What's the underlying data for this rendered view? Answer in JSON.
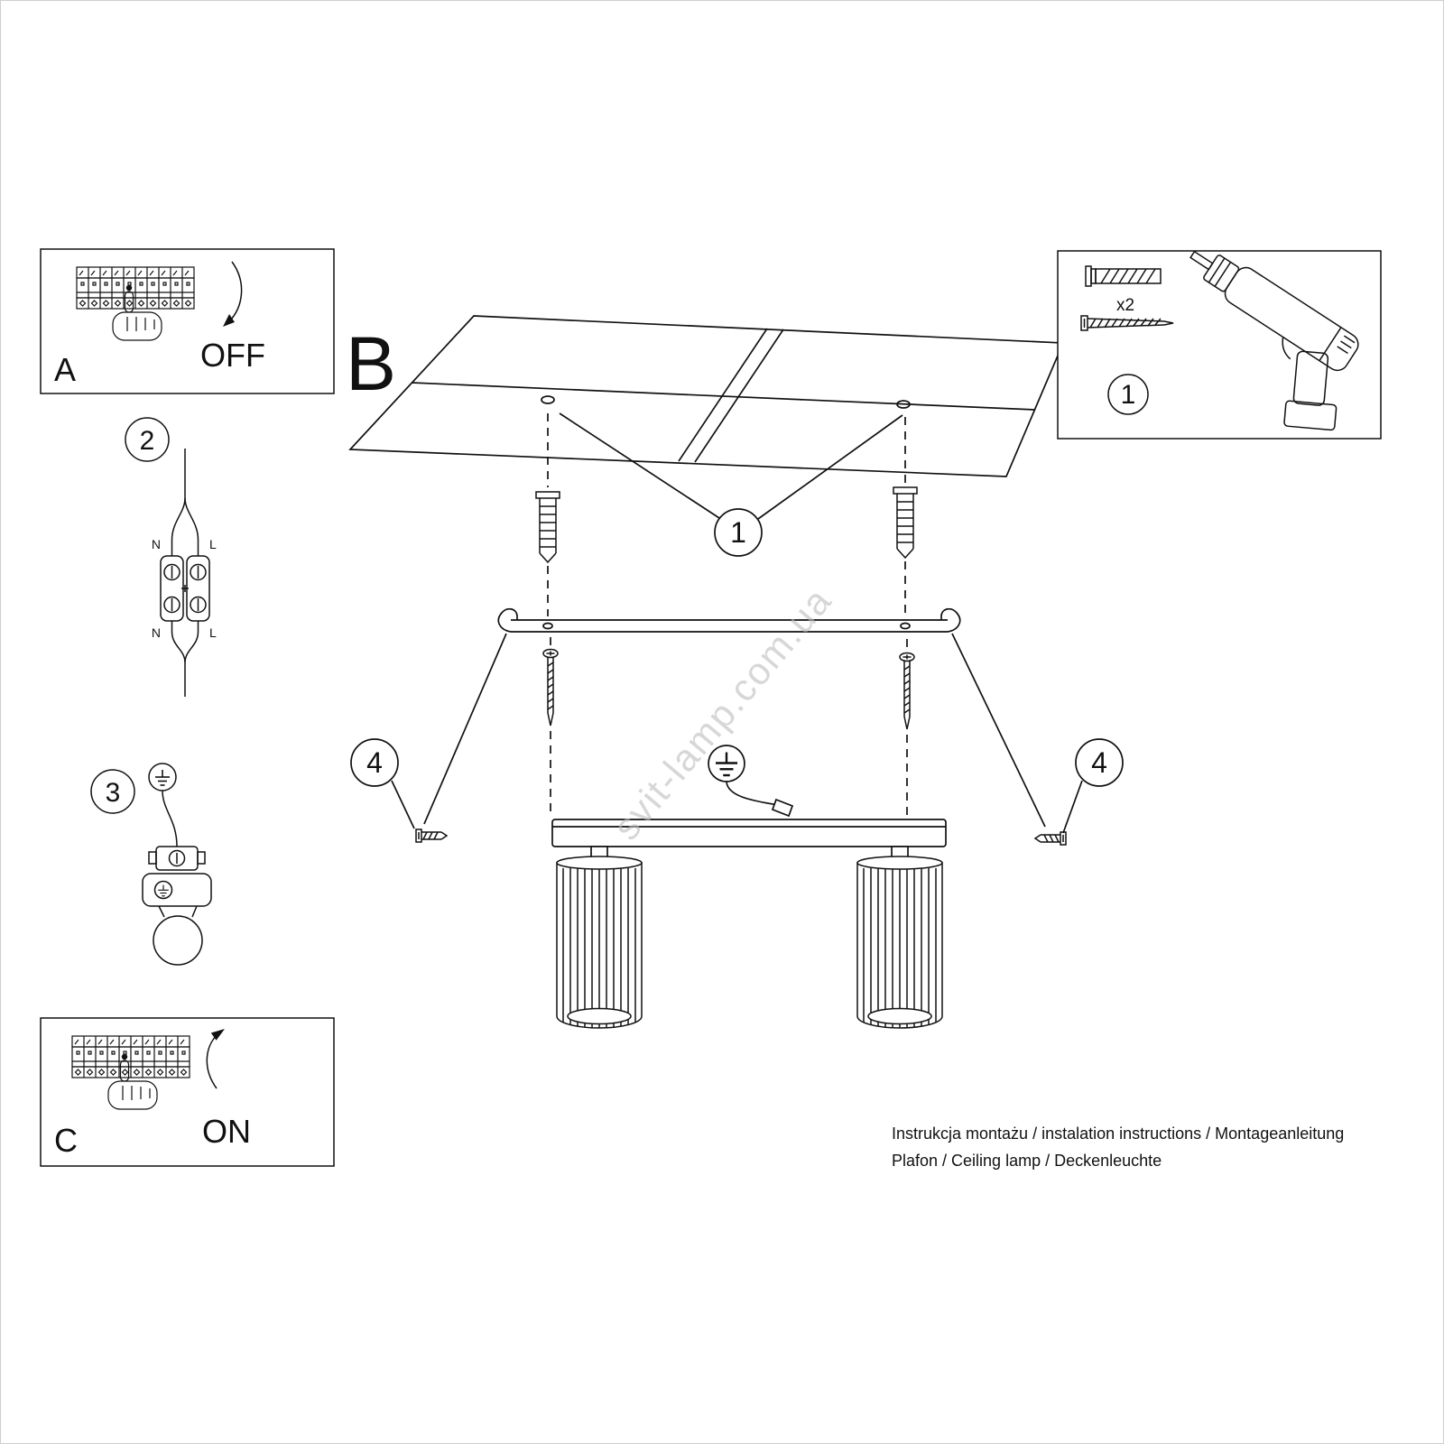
{
  "meta": {
    "background": "#ffffff",
    "line_color": "#111111",
    "watermark_color": "#bdbdbd"
  },
  "labels": {
    "step_a": "A",
    "step_b": "B",
    "step_c": "C",
    "off": "OFF",
    "on": "ON",
    "callout_1": "1",
    "callout_2": "2",
    "callout_3": "3",
    "callout_4": "4",
    "hardware_qty": "x2",
    "wire_n": "N",
    "wire_l": "L"
  },
  "watermark": {
    "text": "svit-lamp.com.ua"
  },
  "footer": {
    "line1": "Instrukcja montażu / instalation instructions / Montageanleitung",
    "line2": "Plafon / Ceiling lamp / Deckenleuchte"
  }
}
